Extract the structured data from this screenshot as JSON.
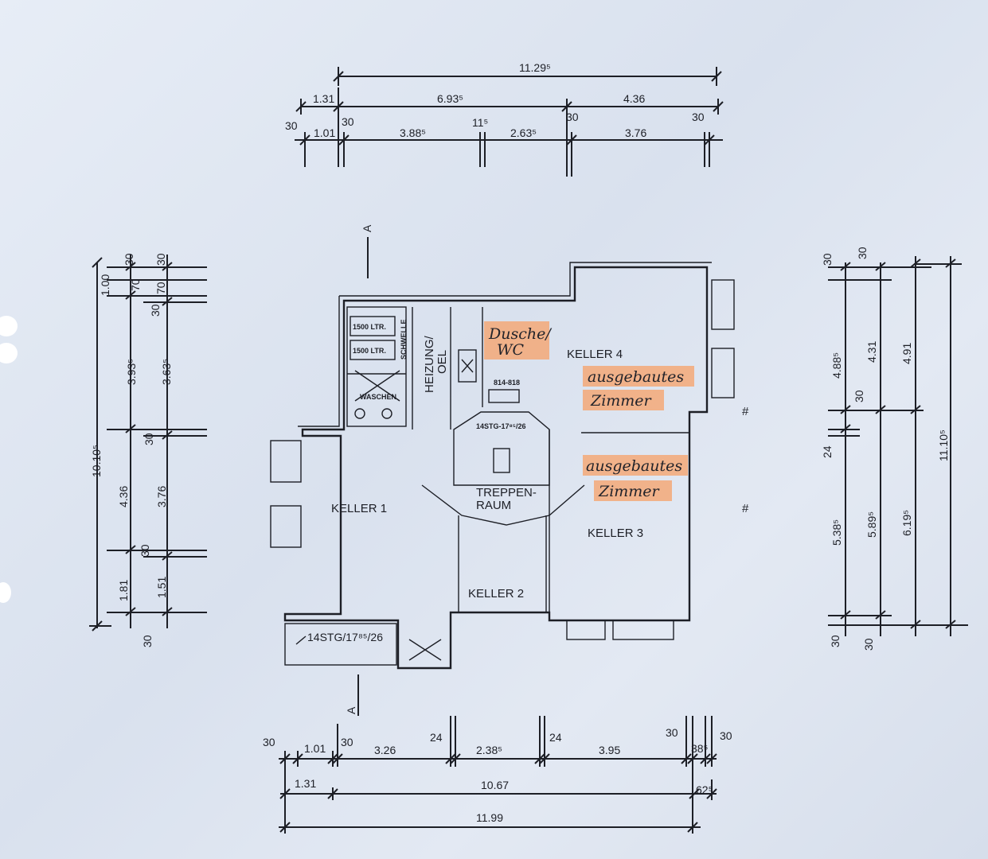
{
  "dimensions": {
    "top": {
      "overall": "11.29⁵",
      "left_outer": "1.31",
      "middle_outer": "6.93⁵",
      "right_outer": "4.36",
      "wall_30_left": "30",
      "inner_101": "1.01",
      "wall_30_a": "30",
      "inner_3885": "3.88⁵",
      "gap_115": "11⁵",
      "inner_2635": "2.63⁵",
      "wall_30_b": "30",
      "inner_376": "3.76",
      "wall_30_right": "30"
    },
    "left": {
      "overall": "10.10⁵",
      "seg_100": "1.00",
      "seg_70a": "70",
      "seg_30a": "30",
      "seg_30b": "30",
      "seg_70b": "70",
      "seg_30c": "30",
      "seg_3935": "3.93⁵",
      "seg_3635": "3.63⁵",
      "seg_30d": "30",
      "seg_436": "4.36",
      "seg_376": "3.76",
      "seg_30e": "30",
      "seg_181": "1.81",
      "seg_151": "1.51",
      "seg_30f": "30"
    },
    "right": {
      "wall_30a": "30",
      "wall_30b": "30",
      "seg_4885": "4.88⁵",
      "seg_431": "4.31",
      "seg_491": "4.91",
      "wall_30c": "30",
      "seg_24": "24",
      "seg_5385": "5.38⁵",
      "seg_5895": "5.89⁵",
      "seg_6195": "6.19⁵",
      "seg_11105": "11.10⁵",
      "wall_30d": "30",
      "wall_30e": "30"
    },
    "bottom": {
      "wall_30a": "30",
      "inner_101": "1.01",
      "wall_30b": "30",
      "inner_326": "3.26",
      "wall_24a": "24",
      "inner_2385": "2.38⁵",
      "wall_24b": "24",
      "inner_395": "3.95",
      "wall_30c": "30",
      "inner_385": "38⁵",
      "wall_30d": "30",
      "outer_131": "1.31",
      "outer_1067": "10.67",
      "outer_625": "62⁵",
      "overall": "11.99"
    }
  },
  "rooms": {
    "keller1": "KELLER 1",
    "keller2": "KELLER 2",
    "keller3": "KELLER 3",
    "keller4": "KELLER 4",
    "treppen_line1": "TREPPEN-",
    "treppen_line2": "RAUM",
    "heizung_line1": "HEIZUNG/",
    "heizung_line2": "OEL",
    "tank1": "1500 LTR.",
    "tank2": "1500 LTR.",
    "schwelle": "SCHWELLE",
    "waschen": "WASCHEN",
    "window_code": "814-818",
    "stair_top": "14STG-17⁸⁵/26",
    "stair_bottom": "14STG/17⁸⁵/26"
  },
  "section_marks": {
    "top": "A",
    "bottom": "A"
  },
  "handwritten": {
    "dusche_line1": "Dusche/",
    "dusche_line2": "WC",
    "k4_line1": "ausgebautes",
    "k4_line2": "Zimmer",
    "k3_line1": "ausgebautes",
    "k3_line2": "Zimmer"
  },
  "colors": {
    "paper": "#dfe6f1",
    "ink": "#1d1f26",
    "highlighter": "#f7a067"
  }
}
